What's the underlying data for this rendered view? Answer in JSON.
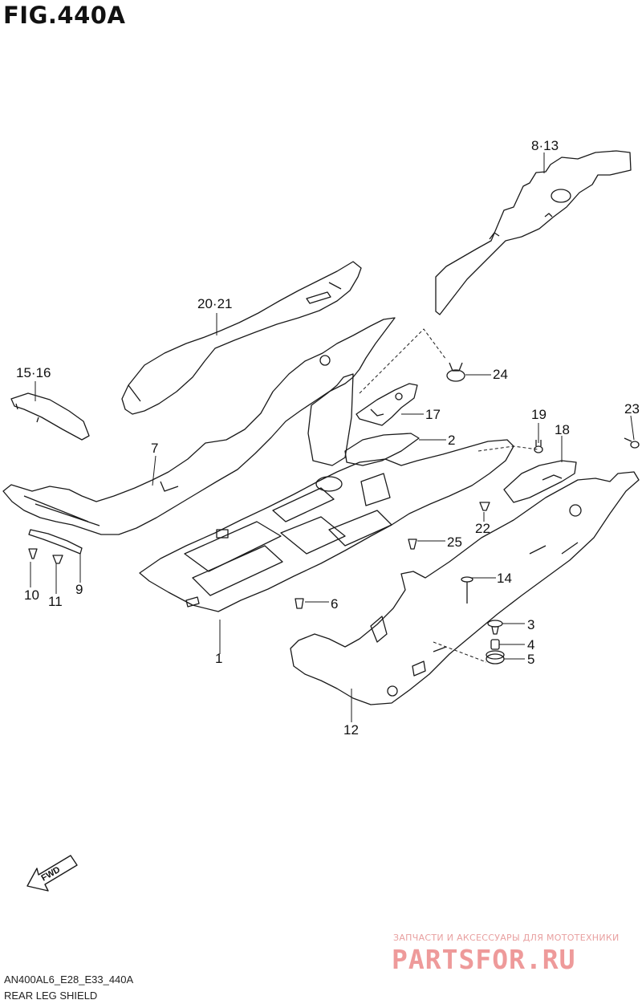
{
  "figure": {
    "title": "FIG.440A",
    "model_code": "AN400AL6_E28_E33_440A",
    "caption": "REAR LEG SHIELD"
  },
  "callouts": {
    "c1": "1",
    "c2": "2",
    "c3": "3",
    "c4": "4",
    "c5": "5",
    "c6": "6",
    "c7": "7",
    "c8_13": "8·13",
    "c9": "9",
    "c10": "10",
    "c11": "11",
    "c12": "12",
    "c14": "14",
    "c15_16": "15·16",
    "c17": "17",
    "c18": "18",
    "c19": "19",
    "c20_21": "20·21",
    "c22": "22",
    "c23": "23",
    "c24": "24",
    "c25": "25"
  },
  "fwd_arrow": {
    "label": "FWD",
    "icon": "fwd-arrow-icon"
  },
  "watermark": {
    "line1": "ЗАПЧАСТИ И АКСЕССУАРЫ ДЛЯ МОТОТЕХНИКИ",
    "line2": "PARTSFOR.RU",
    "color": "#ee9a9a"
  },
  "colors": {
    "line": "#1a1a1a",
    "paper": "#ffffff"
  }
}
